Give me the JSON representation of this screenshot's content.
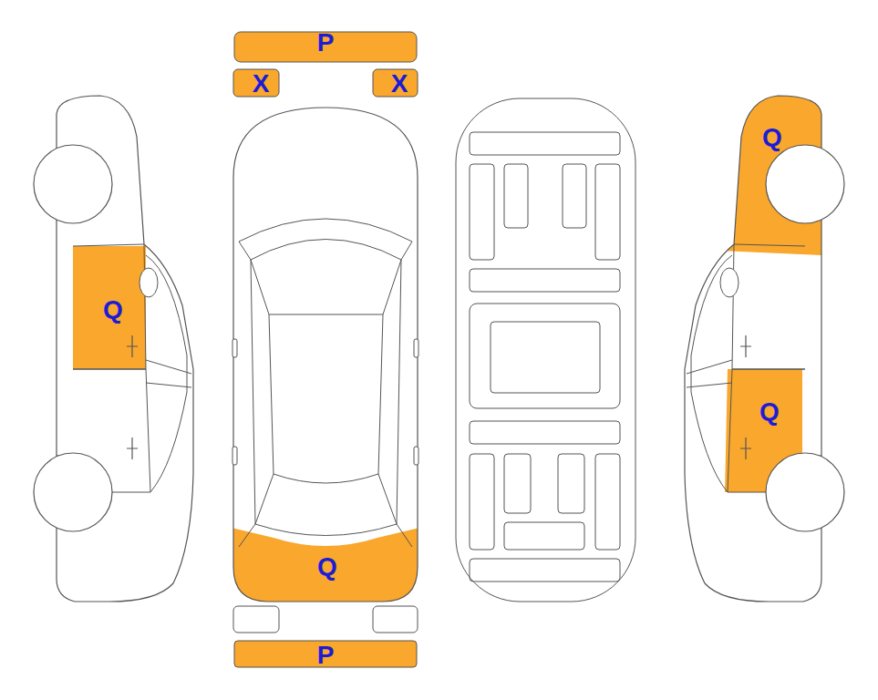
{
  "diagram": {
    "labels": [
      "P",
      "X",
      "X",
      "Q",
      "Q",
      "Q",
      "Q",
      "P"
    ]
  }
}
